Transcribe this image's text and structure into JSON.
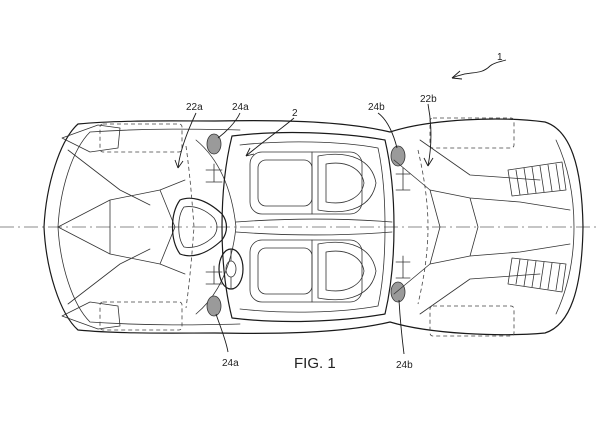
{
  "labels": {
    "ref_1": "1",
    "ref_2": "2",
    "ref_22a": "22a",
    "ref_22b": "22b",
    "ref_24a_top": "24a",
    "ref_24a_bottom": "24a",
    "ref_24b_top": "24b",
    "ref_24b_bottom": "24b"
  },
  "figure_caption": "FIG. 1"
}
